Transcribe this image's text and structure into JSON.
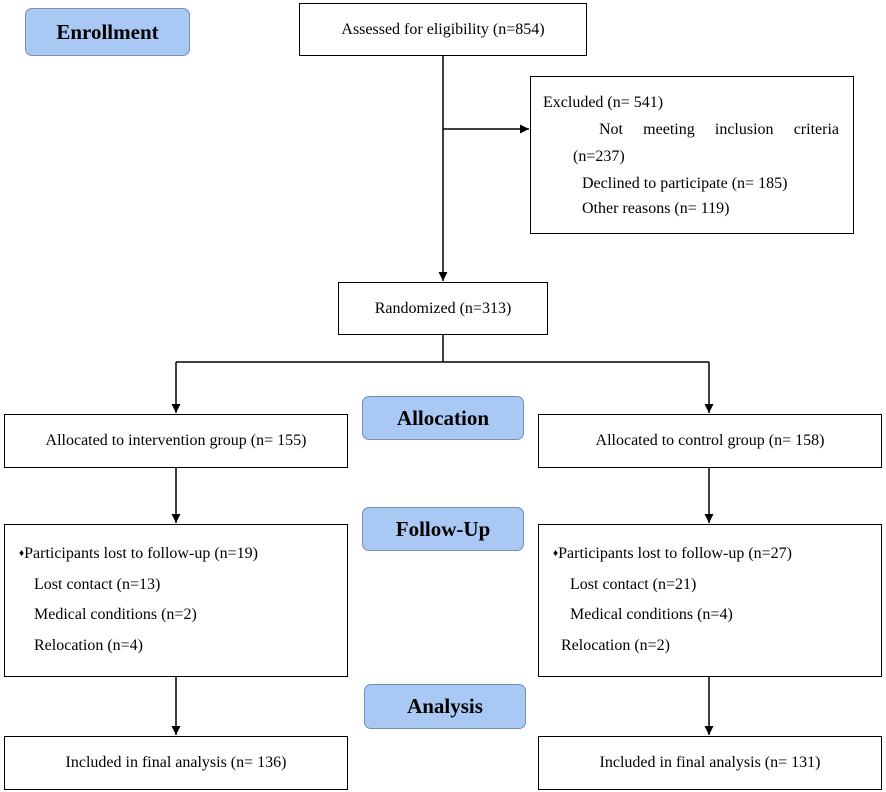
{
  "stages": {
    "enrollment": "Enrollment",
    "allocation": "Allocation",
    "follow_up": "Follow-Up",
    "analysis": "Analysis"
  },
  "assessed": "Assessed for eligibility (n=854)",
  "excluded": {
    "title": "Excluded (n= 541)",
    "criteria_line1": "Not meeting inclusion criteria",
    "criteria_line2": "(n=237)",
    "declined": "Declined to participate (n= 185)",
    "other": "Other reasons (n= 119)"
  },
  "randomized": "Randomized (n=313)",
  "allocated": {
    "intervention": "Allocated to intervention group (n= 155)",
    "control": "Allocated to control group (n= 158)"
  },
  "followup_intervention": {
    "bullet": "♦",
    "lost": "Participants lost to follow-up (n=19)",
    "contact": "Lost contact (n=13)",
    "medical": "Medical conditions (n=2)",
    "relocation": "Relocation (n=4)"
  },
  "followup_control": {
    "bullet": "♦",
    "lost": "Participants lost to follow-up (n=27)",
    "contact": "Lost contact (n=21)",
    "medical": "Medical conditions (n=4)",
    "relocation": "Relocation (n=2)"
  },
  "analysis": {
    "intervention": "Included in final analysis (n= 136)",
    "control": "Included in final analysis (n= 131)"
  }
}
